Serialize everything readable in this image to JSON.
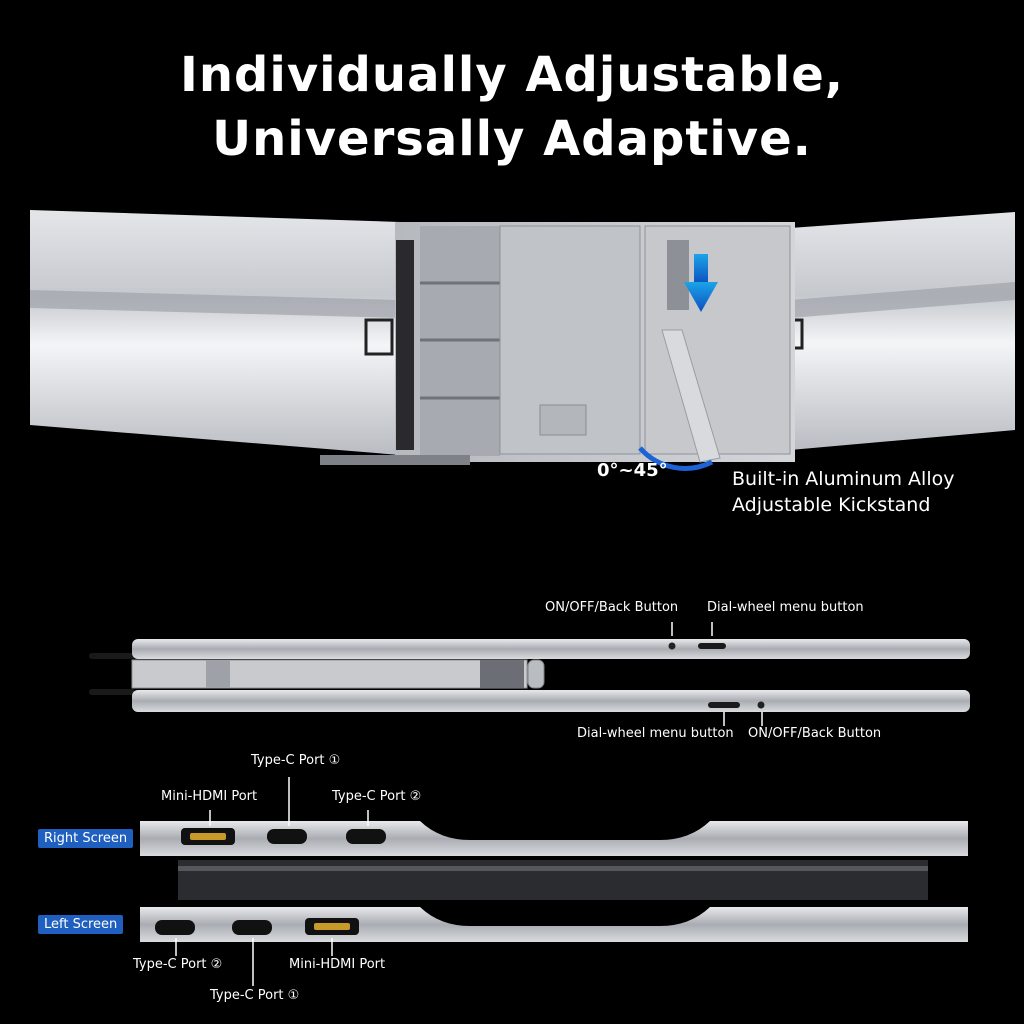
{
  "headline": {
    "line1": "Individually Adjustable,",
    "line2": "Universally Adaptive."
  },
  "kickstand": {
    "angle": "0°~45°",
    "label_line1": "Built-in Aluminum Alloy",
    "label_line2": "Adjustable Kickstand"
  },
  "side_view": {
    "top_button1": "ON/OFF/Back Button",
    "top_button2": "Dial-wheel menu button",
    "bottom_button1": "Dial-wheel menu button",
    "bottom_button2": "ON/OFF/Back Button"
  },
  "right_screen": {
    "tag": "Right Screen",
    "port_typec1": "Type-C Port ①",
    "port_hdmi": "Mini-HDMI Port",
    "port_typec2": "Type-C Port ②"
  },
  "left_screen": {
    "tag": "Left Screen",
    "port_typec2": "Type-C Port ②",
    "port_hdmi": "Mini-HDMI Port",
    "port_typec1": "Type-C Port ①"
  },
  "colors": {
    "background": "#000000",
    "accent_blue": "#1f5fbf",
    "metal": "#c9cbcf",
    "hdmi_gold": "#c89a2a"
  }
}
